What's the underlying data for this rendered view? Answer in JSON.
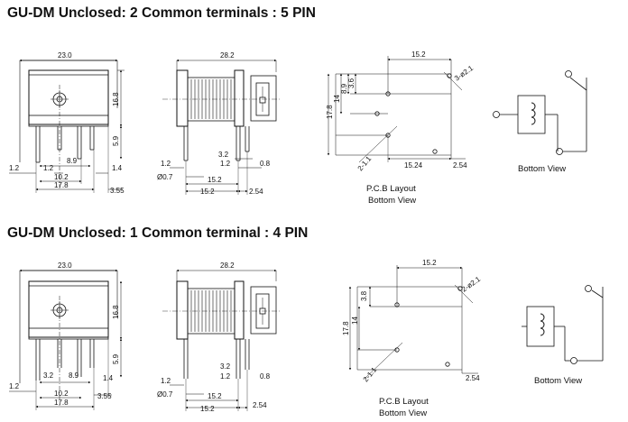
{
  "sections": [
    {
      "title": "GU-DM Unclosed: 2 Common terminals : 5 PIN",
      "front": {
        "width": "23.0",
        "h_total": "16.8",
        "h_pin": "5.9",
        "d_left": "1.2",
        "d_mid": "1.2",
        "pitch": "8.9",
        "d_right": "1.4",
        "w2": "10.2",
        "w3": "17.8",
        "d_bottom": "3.55"
      },
      "side": {
        "width": "28.2",
        "d_a": "3.2",
        "d_b": "1.2",
        "d_c": "0.8",
        "pin_d": "Ø0.7",
        "pitch_a": "15.2",
        "pitch_b": "15.2",
        "pitch_c": "2.54",
        "d_left": "1.2"
      },
      "pcb": {
        "top": "15.2",
        "hole": "3-ø2.1",
        "h_total": "17.8",
        "h_mid": "14",
        "h_a": "8.9",
        "h_b": "3.6",
        "bottom_a": "15.24",
        "bottom_b": "2.54",
        "hole2": "2-1.1",
        "caption_1": "P.C.B Layout",
        "caption_2": "Bottom View"
      },
      "schematic": {
        "caption": "Bottom View"
      }
    },
    {
      "title": "GU-DM Unclosed:  1 Common terminal : 4 PIN",
      "front": {
        "width": "23.0",
        "h_total": "16.8",
        "h_pin": "5.9",
        "d_left": "1.2",
        "pitch": "8.9",
        "d_right": "1.4",
        "w2": "10.2",
        "w3": "17.8",
        "d_bottom": "3.55",
        "d_mid": "3.2"
      },
      "side": {
        "width": "28.2",
        "d_a": "3.2",
        "d_b": "1.2",
        "d_c": "0.8",
        "pin_d": "Ø0.7",
        "pitch_a": "15.2",
        "pitch_b": "15.2",
        "pitch_c": "2.54",
        "d_left": "1.2"
      },
      "pcb": {
        "top": "15.2",
        "hole": "2-ø2.1",
        "h_total": "17.8",
        "h_mid": "14",
        "h_b": "3.8",
        "bottom_b": "2.54",
        "hole2": "2-1.1",
        "caption_1": "P.C.B Layout",
        "caption_2": "Bottom View"
      },
      "schematic": {
        "caption": "Bottom View"
      }
    }
  ]
}
